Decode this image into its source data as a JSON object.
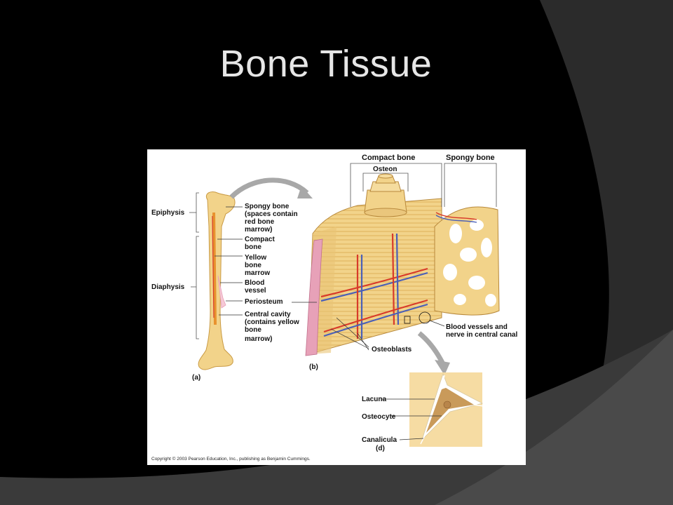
{
  "slide": {
    "title": "Bone Tissue"
  },
  "figure": {
    "panel_a": {
      "label": "(a)",
      "regions": [
        "Epiphysis",
        "Diaphysis"
      ],
      "callouts": [
        {
          "lines": [
            "Spongy bone",
            "(spaces contain",
            "red bone",
            "marrow)"
          ]
        },
        {
          "lines": [
            "Compact",
            "bone"
          ]
        },
        {
          "lines": [
            "Yellow",
            "bone",
            "marrow"
          ]
        },
        {
          "lines": [
            "Blood",
            "vessel"
          ]
        },
        {
          "lines": [
            "Periosteum"
          ]
        },
        {
          "lines": [
            "Central cavity",
            "(contains yellow",
            "bone",
            "marrow)"
          ]
        }
      ]
    },
    "panel_b": {
      "label": "(b)",
      "headers": [
        "Compact bone",
        "Spongy bone"
      ],
      "osteon": "Osteon",
      "callouts": [
        {
          "lines": [
            "Blood vessels and",
            "nerve in central canal"
          ]
        },
        {
          "lines": [
            "Osteoblasts"
          ]
        }
      ]
    },
    "panel_d": {
      "label": "(d)",
      "callouts": [
        "Lacuna",
        "Osteocyte",
        "Canalicula"
      ]
    },
    "copyright": "Copyright © 2003 Pearson Education, Inc., publishing as Benjamin Cummings."
  },
  "colors": {
    "background": "#000000",
    "swoosh_dark": "#2e2e2e",
    "swoosh_light": "#4a4a4a",
    "bone": "#f2d38a",
    "bone_dark": "#d8a84e",
    "periosteum": "#e7a1b8",
    "artery": "#d83a2a",
    "vein": "#4a5fb8",
    "marrow": "#e8922e"
  }
}
